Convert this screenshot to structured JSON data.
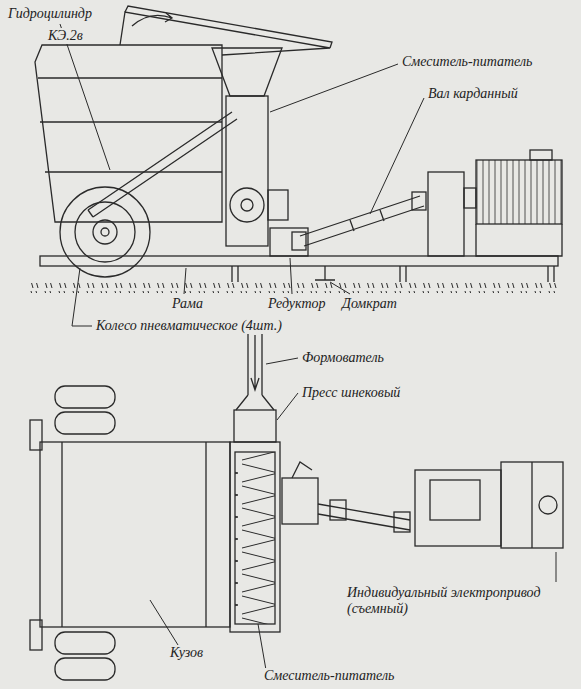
{
  "diagram": {
    "labels": [
      "Гидроцилиндр",
      "КЭ.2в",
      "Смеситель-питатель",
      "Вал карданный",
      "Рама",
      "Редуктор",
      "Домкрат",
      "Колесо пневматическое (4шт.)",
      "Формователь",
      "Пресс шнековый",
      "Индивидуальный электропривод (съемный)",
      "Кузов",
      "Смеситель-питатель"
    ]
  }
}
